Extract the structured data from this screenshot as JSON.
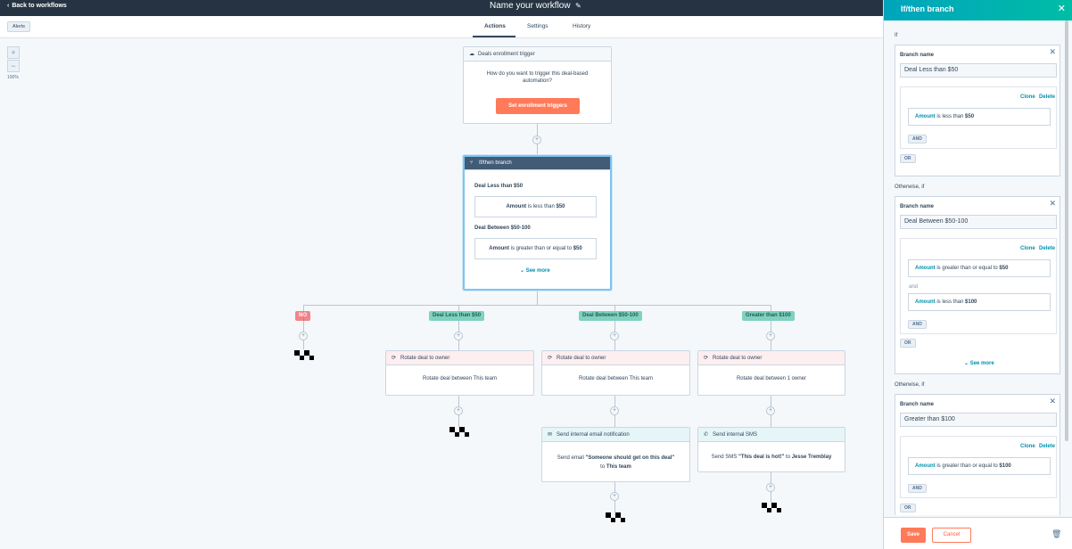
{
  "topbar": {
    "back_label": "Back to workflows",
    "title": "Name your workflow"
  },
  "tabs": {
    "alerts": "Alerts",
    "actions": "Actions",
    "settings": "Settings",
    "history": "History"
  },
  "zoom": {
    "plus": "+",
    "minus": "−",
    "level": "100%"
  },
  "trigger_card": {
    "header": "Deals enrollment trigger",
    "prompt_line1": "How do you want to trigger this deal-based",
    "prompt_line2": "automation?",
    "button": "Set enrollment triggers"
  },
  "branch_card": {
    "header": "If/then branch",
    "branch1_name": "Deal Less than $50",
    "branch1_prop": "Amount",
    "branch1_op": "is less than",
    "branch1_val": "$50",
    "branch2_name": "Deal Between $50-100",
    "branch2_prop": "Amount",
    "branch2_op": "is greater than or equal to",
    "branch2_val": "$50",
    "see_more": "See more"
  },
  "tags": {
    "no": "NO",
    "b1": "Deal Less than $50",
    "b2": "Deal Between $50-100",
    "b3": "Greater than $100"
  },
  "rotate_cards": {
    "header": "Rotate deal to owner",
    "body1": "Rotate deal between This team",
    "body2": "Rotate deal between This team",
    "body3": "Rotate deal between 1 owner"
  },
  "email_card": {
    "header": "Send internal email notification",
    "prefix": "Send email ",
    "subject": "\"Someone should get on this deal\"",
    "to_prefix": "to ",
    "to": "This team"
  },
  "sms_card": {
    "header": "Send internal SMS",
    "prefix": "Send SMS ",
    "message": "\"This deal is hot!\"",
    "to_prefix": " to ",
    "to": "Jesse Tremblay"
  },
  "panel": {
    "title": "If/then branch",
    "if_label": "If",
    "otherwise_label": "Otherwise, if",
    "branch_name_label": "Branch name",
    "clone": "Clone",
    "delete": "Delete",
    "and": "AND",
    "or": "OR",
    "and_text": "and",
    "see_more": "See more",
    "save": "Save",
    "cancel": "Cancel",
    "b1": {
      "name": "Deal Less than $50",
      "c1_prop": "Amount",
      "c1_op": "is less than",
      "c1_val": "$50"
    },
    "b2": {
      "name": "Deal Between $50-100",
      "c1_prop": "Amount",
      "c1_op": "is greater than or equal to",
      "c1_val": "$50",
      "c2_prop": "Amount",
      "c2_op": "is less than",
      "c2_val": "$100"
    },
    "b3": {
      "name": "Greater than $100",
      "c1_prop": "Amount",
      "c1_op": "is greater than or equal to",
      "c1_val": "$100"
    }
  },
  "colors": {
    "topbar": "#253342",
    "accent_orange": "#ff7a59",
    "panel_header": "#00a4bd",
    "branch_tag": "#7fd1c0",
    "no_tag": "#f2545b",
    "link": "#0091ae"
  }
}
